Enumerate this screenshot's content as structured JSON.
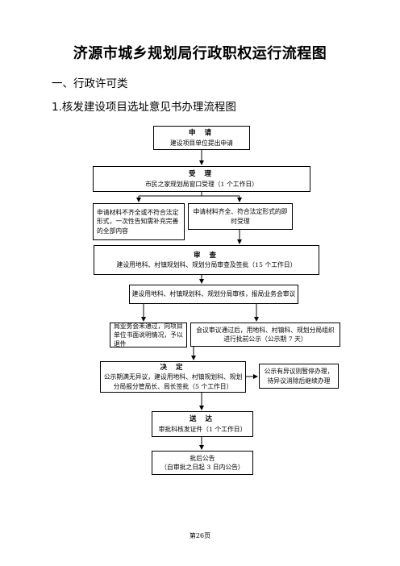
{
  "title": "济源市城乡规划局行政职权运行流程图",
  "section": "一、行政许可类",
  "subsection": "1.核发建设项目选址意见书办理流程图",
  "flow": {
    "apply": {
      "head": "申 请",
      "text": "建设项目单位提出申请"
    },
    "accept": {
      "head": "受 理",
      "text": "市民之家规划局窗口受理（1 个工作日）"
    },
    "incomplete": {
      "text": "申请材料不齐全或不符合法定形式，一次性告知需补充完善的全部内容"
    },
    "complete": {
      "text": "申请材料齐全、符合法定形式的即时受理"
    },
    "review": {
      "head": "审 查",
      "text": "建设用地科、村镇规划科、规划分局审查及签批（15 个工作日）"
    },
    "meeting": {
      "text": "建设用地科、村镇规划科、规划分局审核，报局业务会审议"
    },
    "rejected": {
      "text": "局业务会未通过，向项目单位书面说明情况，予以退件"
    },
    "passed": {
      "text": "会议审议通过后，用地科、村镇科、规划分局组织进行批前公示（公示期 7 天）"
    },
    "decision": {
      "head": "决 定",
      "text": "公示期满无异议，建设用地科、村镇规划科、规划分局报分管局长、局长签批（5 个工作日）"
    },
    "objection": {
      "text": "公示有异议则暂停办理，待异议消除后继续办理"
    },
    "deliver": {
      "head": "送 达",
      "text": "审批科核发证件（1 个工作日）"
    },
    "announce": {
      "line1": "批后公告",
      "line2": "（自审批之日起 3 日内公告）"
    }
  },
  "footer": "第26页"
}
